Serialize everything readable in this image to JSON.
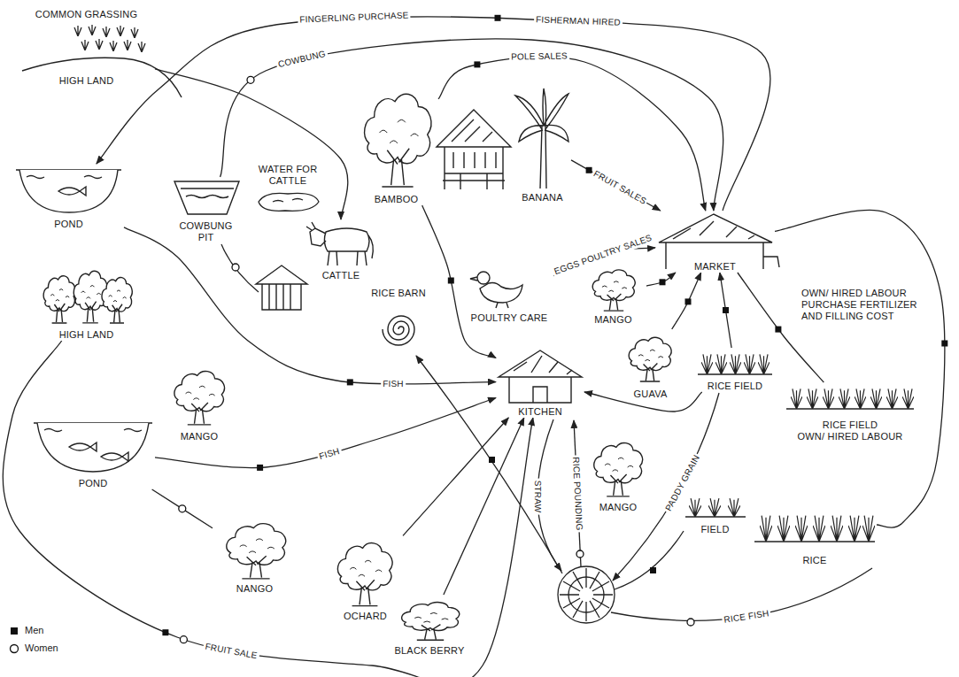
{
  "diagram": {
    "nodes": [
      {
        "text": [
          "COMMON GRASSING",
          "HIGH LAND"
        ]
      },
      {
        "text": [
          "BAMBOO"
        ]
      },
      {
        "text": [
          "BANANA"
        ]
      },
      {
        "text": [
          "MARKET"
        ]
      },
      {
        "text": [
          "POND"
        ]
      },
      {
        "text": [
          "COWBUNG PIT"
        ]
      },
      {
        "text": [
          "WATER FOR CATTLE"
        ]
      },
      {
        "text": [
          "CATTLE"
        ]
      },
      {
        "text": [
          "POULTRY CARE"
        ]
      },
      {
        "text": [
          "MANGO"
        ]
      },
      {
        "text": [
          "GUAVA"
        ]
      },
      {
        "text": [
          "RICE BARN"
        ]
      },
      {
        "text": [
          "HIGH LAND"
        ]
      },
      {
        "text": [
          "KITCHEN"
        ]
      },
      {
        "text": [
          "RICE FIELD"
        ]
      },
      {
        "text": [
          "RICE FIELD",
          "OWN/ HIRED LABOUR"
        ]
      },
      {
        "text": [
          "MANGO"
        ]
      },
      {
        "text": [
          "POND"
        ]
      },
      {
        "text": [
          "NANGO"
        ]
      },
      {
        "text": [
          "MANGO"
        ]
      },
      {
        "text": [
          "OCHARD"
        ]
      },
      {
        "text": [
          "BLACK BERRY"
        ]
      },
      {
        "text": [
          "FIELD"
        ]
      },
      {
        "text": [
          "RICE"
        ]
      }
    ],
    "edges": [
      {
        "from": 0,
        "to": 7,
        "arrow": "to"
      },
      {
        "from": 3,
        "to": 4,
        "label": "FINGERLING PURCHASE",
        "arrow": "to"
      },
      {
        "from": 5,
        "to": 3,
        "label": "COWBUNG",
        "arrow": "to"
      },
      {
        "from": 1,
        "to": 3,
        "label": "POLE SALES",
        "arrow": "to"
      },
      {
        "from": 2,
        "to": 3,
        "label": "FRUIT SALES",
        "arrow": "to"
      },
      {
        "from": 1,
        "to": 13,
        "arrow": "to"
      },
      {
        "from": 8,
        "to": 3,
        "label": "EGGS POULTRY SALES",
        "arrow": "to"
      },
      {
        "from": 9,
        "to": 3,
        "arrow": "to"
      },
      {
        "from": 10,
        "to": 3,
        "arrow": "to"
      },
      {
        "from": 14,
        "to": 3,
        "arrow": "to"
      },
      {
        "from": 14,
        "to": 13,
        "arrow": "to"
      },
      {
        "from": 3,
        "to": 15,
        "arrow": "none"
      },
      {
        "from": 3,
        "to": 23,
        "arrow": "none"
      },
      {
        "from": 4,
        "to": 13,
        "label": "FISH",
        "arrow": "to"
      },
      {
        "from": 17,
        "to": 13,
        "label": "FISH",
        "arrow": "to"
      },
      {
        "from": 17,
        "to": 18,
        "arrow": "none"
      },
      {
        "from": 12,
        "to": 13,
        "label": "FRUIT SALE",
        "arrow": "to"
      },
      {
        "from": 20,
        "to": 13,
        "arrow": "to"
      },
      {
        "from": 21,
        "to": 13,
        "arrow": "to"
      }
    ],
    "labels": [
      "FISHERMAN HIRED",
      "OWN/ HIRED LABOUR PURCHASE FERTILIZER AND FILLING COST",
      "STRAW",
      "RICE POUNDING",
      "PADDY GRAIN",
      "RICE FISH"
    ],
    "legend": [
      {
        "text": "Men"
      },
      {
        "text": "Women"
      }
    ]
  }
}
